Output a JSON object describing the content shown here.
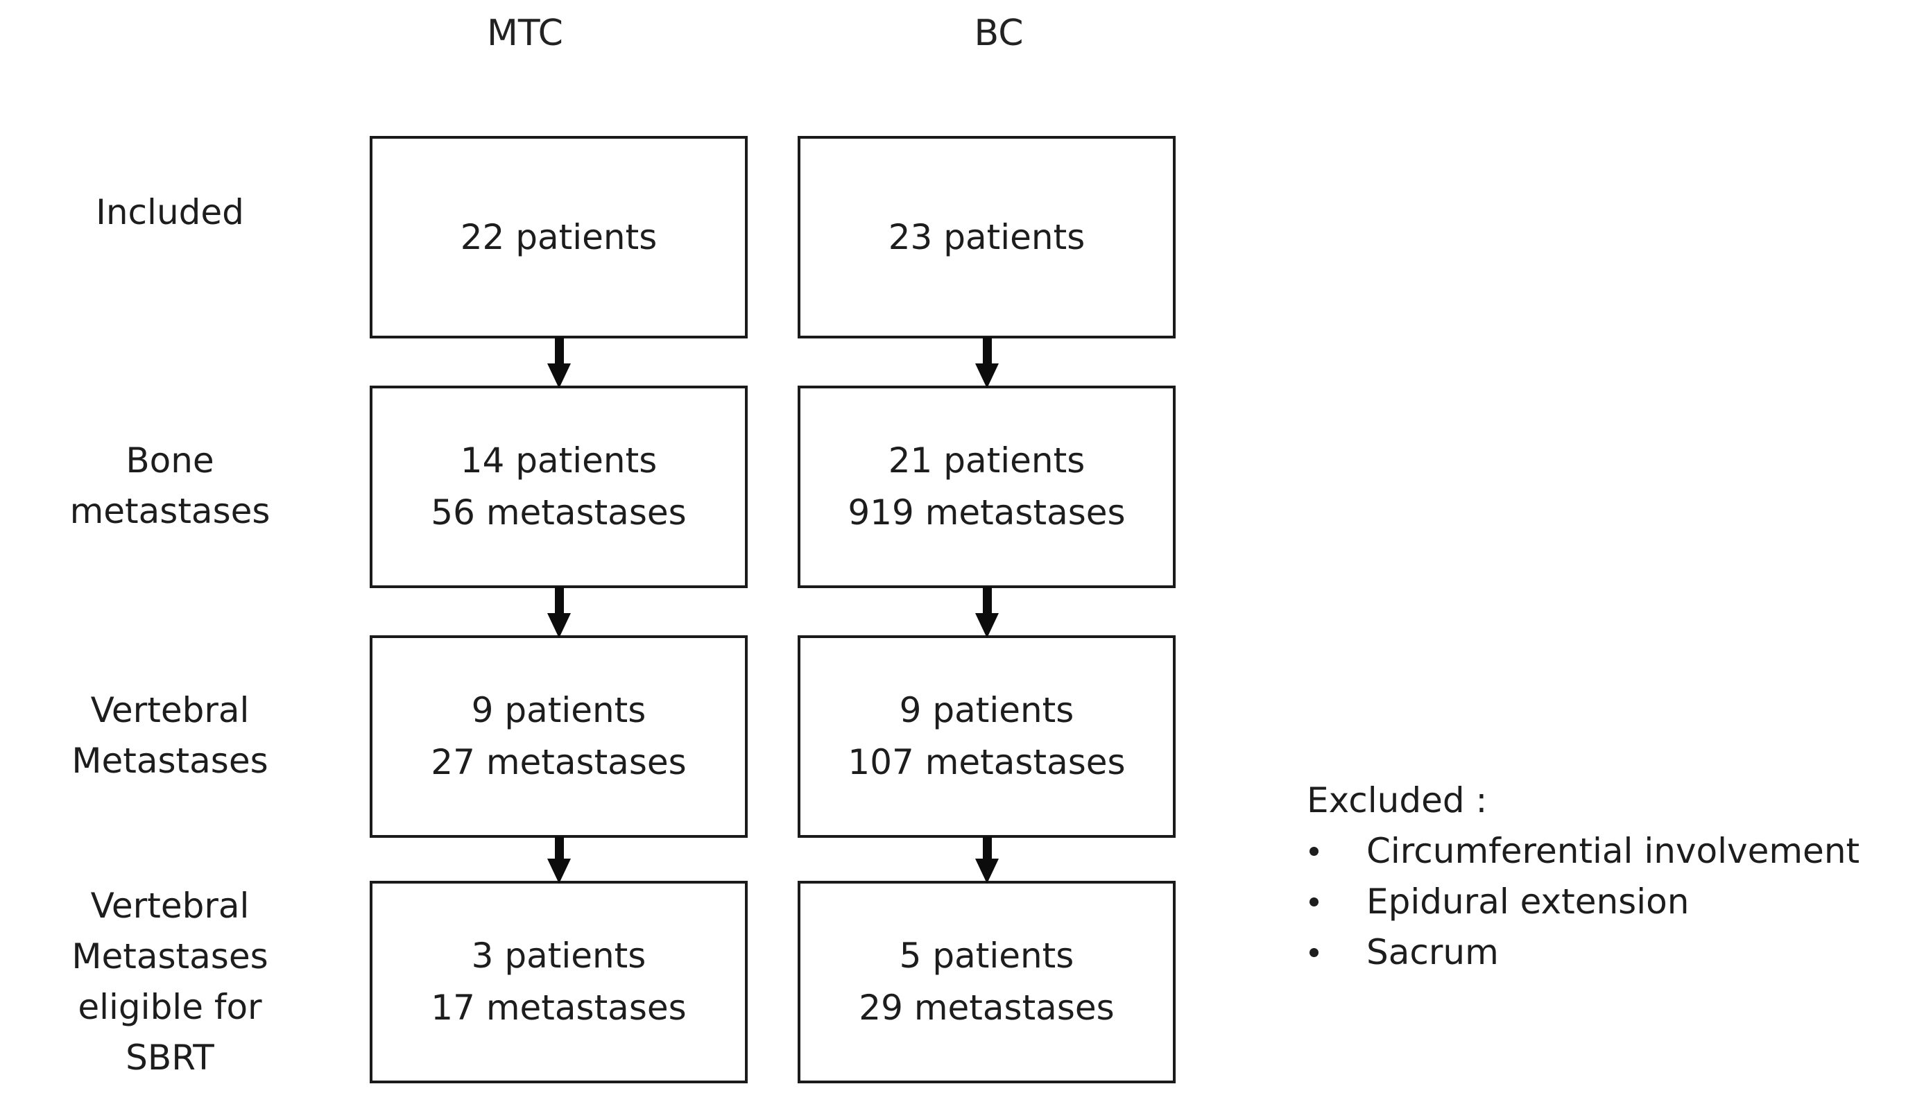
{
  "figure": {
    "type": "flowchart",
    "orientation": "top-to-bottom",
    "columns": [
      {
        "key": "mtc",
        "header": "MTC"
      },
      {
        "key": "bc",
        "header": "BC"
      }
    ],
    "stages": [
      {
        "key": "included",
        "label_lines": [
          "Included"
        ],
        "mtc": [
          "22 patients"
        ],
        "bc": [
          "23 patients"
        ]
      },
      {
        "key": "bone-metastases",
        "label_lines": [
          "Bone",
          "metastases"
        ],
        "mtc": [
          "14 patients",
          "56 metastases"
        ],
        "bc": [
          "21 patients",
          "919 metastases"
        ]
      },
      {
        "key": "vertebral-metastases",
        "label_lines": [
          "Vertebral",
          "Metastases"
        ],
        "mtc": [
          "9 patients",
          "27 metastases"
        ],
        "bc": [
          "9 patients",
          "107 metastases"
        ]
      },
      {
        "key": "vertebral-metastases-eligible-sbrt",
        "label_lines": [
          "Vertebral",
          "Metastases",
          "eligible for",
          "SBRT"
        ],
        "mtc": [
          "3 patients",
          "17 metastases"
        ],
        "bc": [
          "5 patients",
          "29 metastases"
        ]
      }
    ]
  },
  "excluded": {
    "title": "Excluded :",
    "items": [
      "Circumferential involvement",
      "Epidural extension",
      "Sacrum"
    ]
  },
  "colors": {
    "background": "#ffffff",
    "box_border": "#1b1b1b",
    "text": "#1d1d1d",
    "arrow": "#0c0c0c"
  }
}
